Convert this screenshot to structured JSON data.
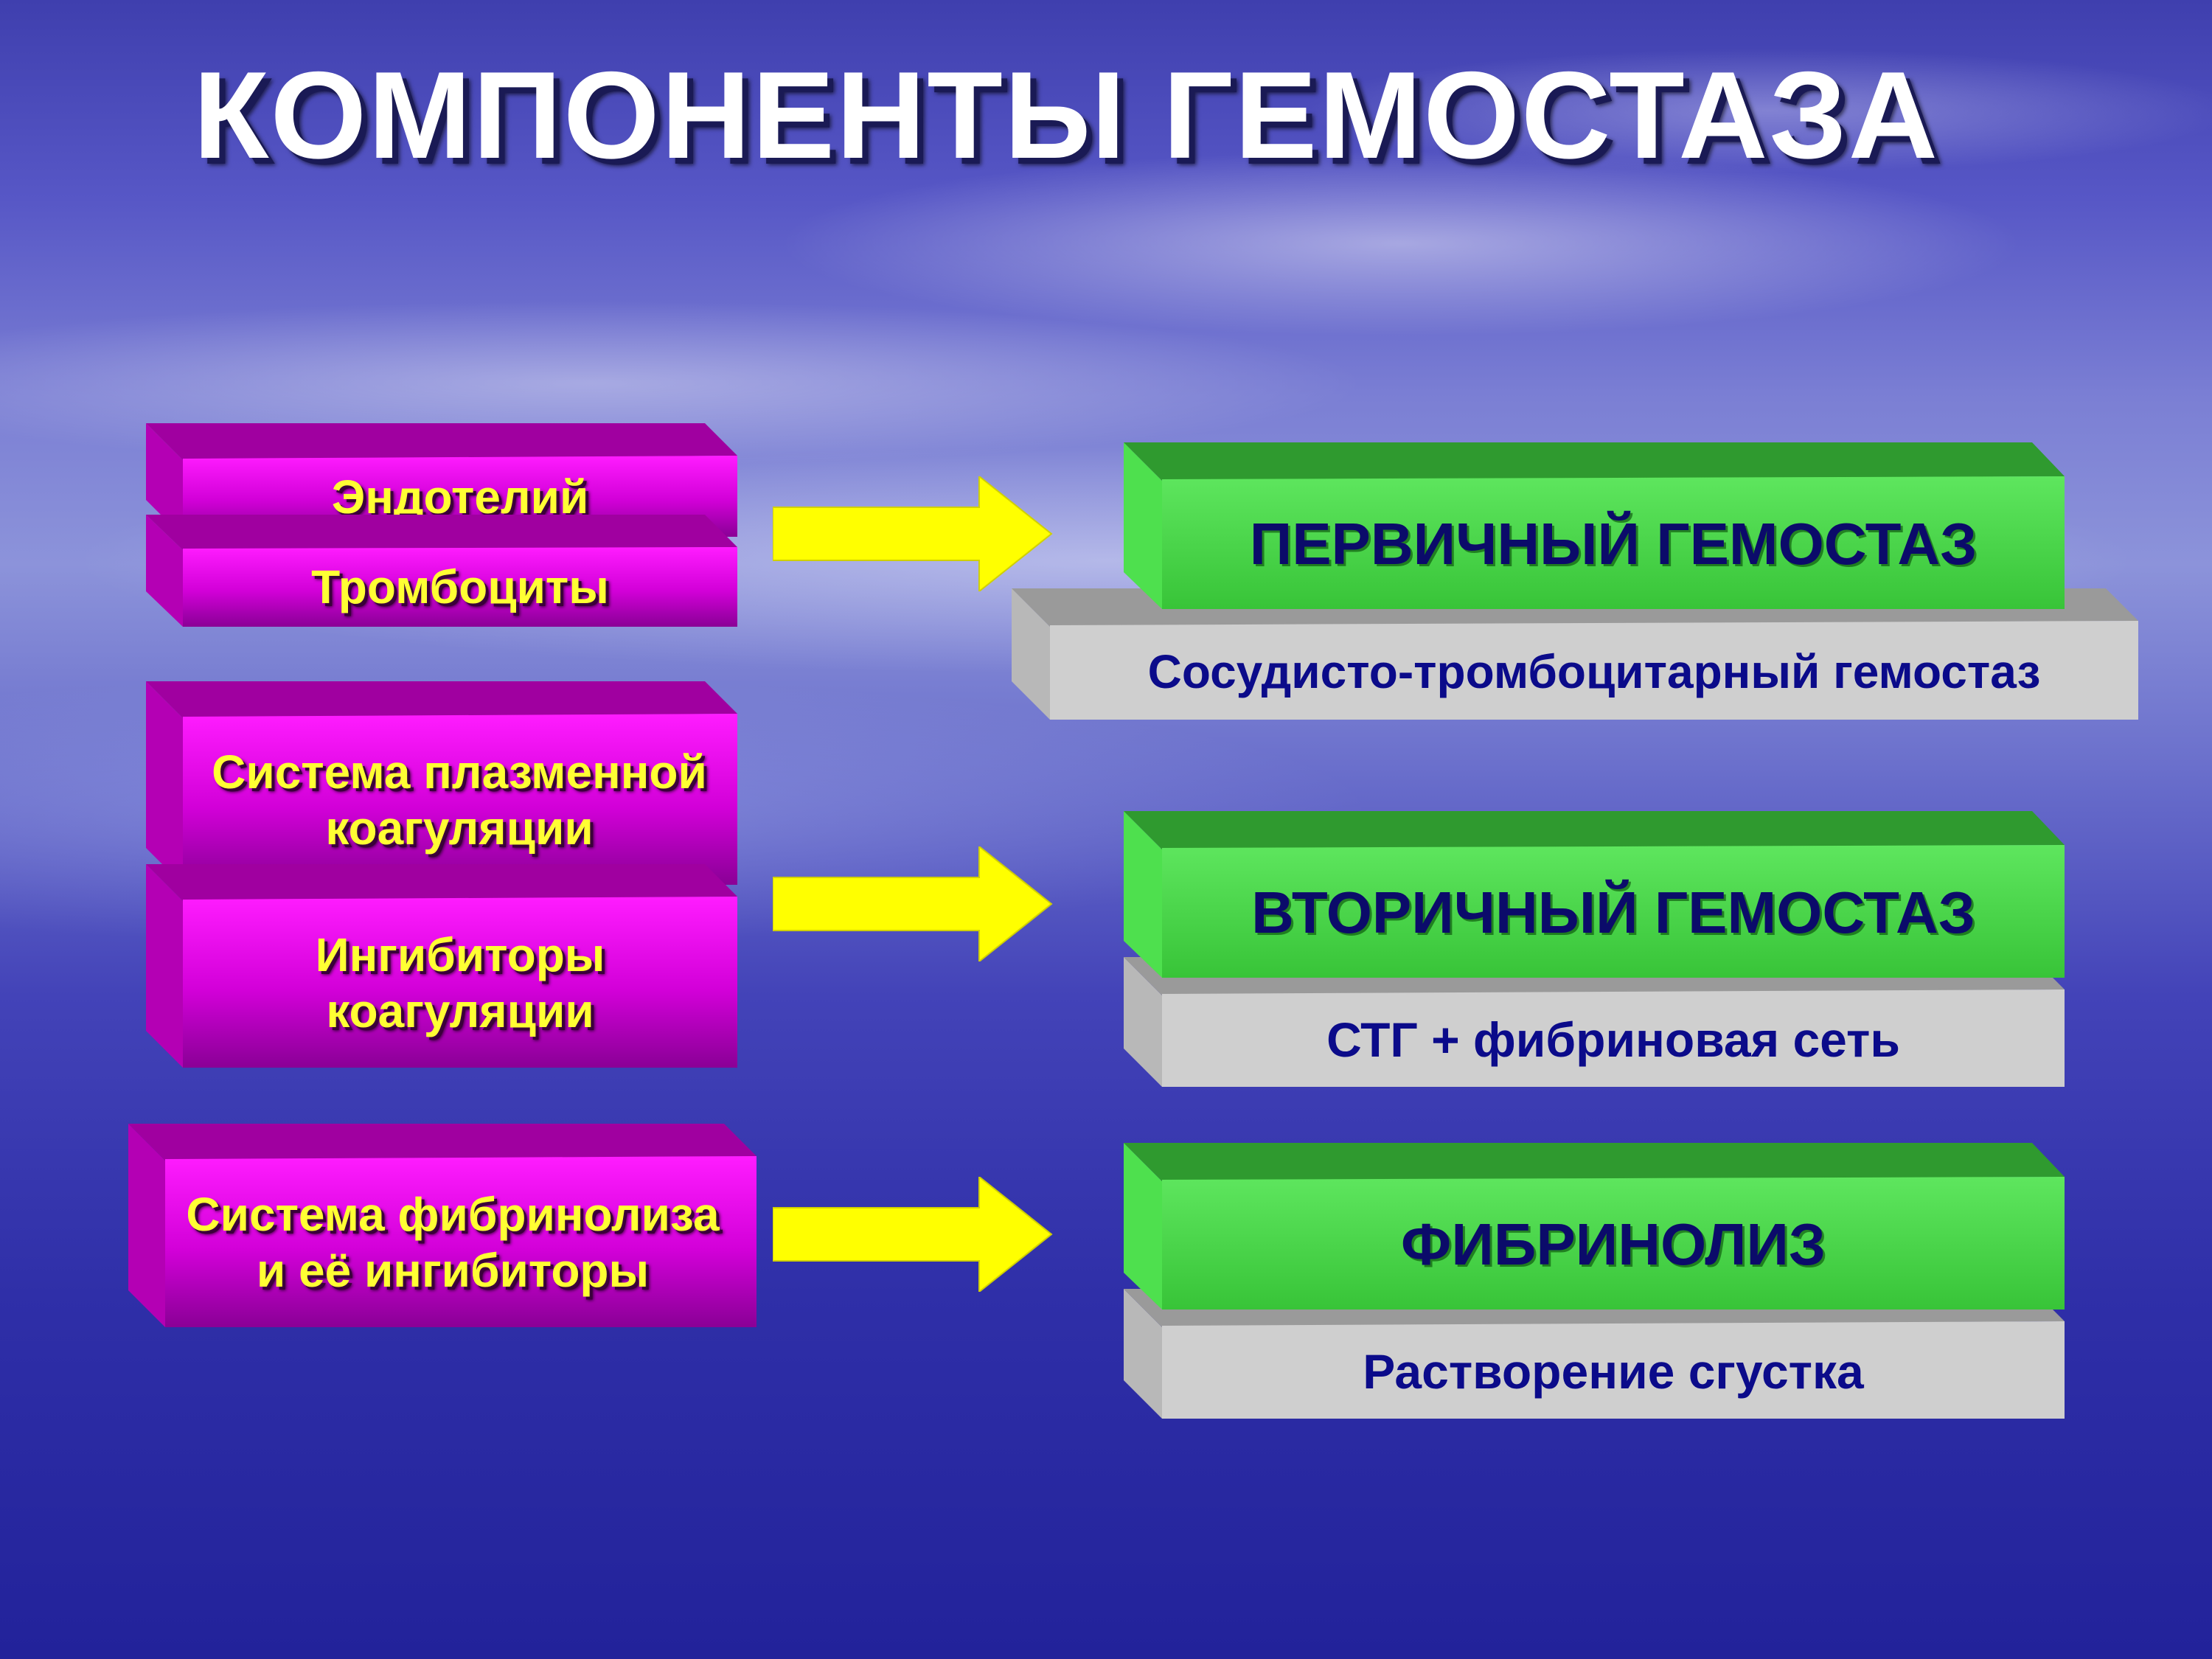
{
  "title": "КОМПОНЕНТЫ ГЕМОСТАЗА",
  "components": {
    "endothelium": "Эндотелий",
    "platelets": "Тромбоциты",
    "plasma_coagulation": "Система плазменной\nкоагуляции",
    "coagulation_inhibitors": "Ингибиторы\nкоагуляции",
    "fibrinolysis_system": "Система фибринолиза\nи её ингибиторы"
  },
  "outcomes": {
    "primary": {
      "title": "ПЕРВИЧНЫЙ ГЕМОСТАЗ",
      "subtitle": "Сосудисто-тромбоцитарный гемостаз"
    },
    "secondary": {
      "title": "ВТОРИЧНЫЙ ГЕМОСТАЗ",
      "subtitle": "СТГ + фибриновая сеть"
    },
    "fibrinolysis": {
      "title": "ФИБРИНОЛИЗ",
      "subtitle": "Растворение сгустка"
    }
  },
  "colors": {
    "pink_front": "#e800e8",
    "pink_top": "#a000a0",
    "pink_side": "#b400b4",
    "green_front": "#3fd03f",
    "green_top": "#2f9a2f",
    "green_side": "#4ee04e",
    "gray_front": "#cfcfcf",
    "gray_top": "#9a9a9a",
    "gray_side": "#b8b8b8",
    "arrow": "#ffff00",
    "title": "#ffffff"
  }
}
